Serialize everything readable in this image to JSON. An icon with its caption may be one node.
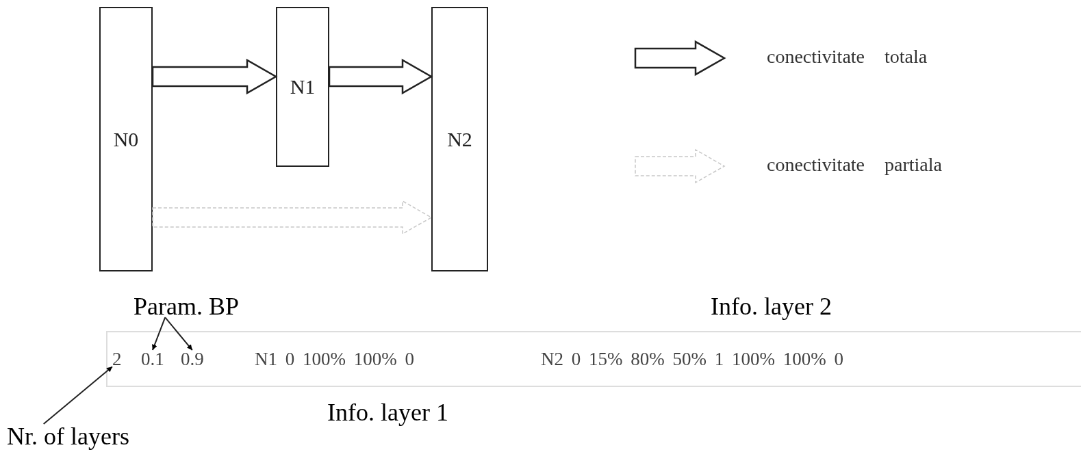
{
  "diagram": {
    "nodes": [
      {
        "text": [
          "N0"
        ]
      },
      {
        "text": [
          "N1"
        ]
      },
      {
        "text": [
          "N2"
        ]
      },
      {
        "text": [],
        "shape": "box"
      },
      {
        "text": [
          "2"
        ],
        "in": 3
      },
      {
        "text": [
          "0.1"
        ],
        "in": 3
      },
      {
        "text": [
          "0.9"
        ],
        "in": 3
      },
      {
        "text": [
          "N1 0 100% 100% 0"
        ],
        "in": 3
      },
      {
        "text": [
          "N2 0 15% 80% 50% 1 100% 100% 0"
        ],
        "in": 3
      },
      {
        "text": [
          "Param. BP"
        ]
      },
      {
        "text": [
          "Nr. of layers"
        ]
      }
    ],
    "edges": [
      {
        "from": 0,
        "to": 1,
        "arrow": "to",
        "style": "thick"
      },
      {
        "from": 1,
        "to": 2,
        "arrow": "to",
        "style": "thick"
      },
      {
        "from": 0,
        "to": 2,
        "arrow": "to",
        "style": "dashed",
        "color": "#c8c8c8"
      },
      {
        "from": 9,
        "to": 5,
        "arrow": "to"
      },
      {
        "from": 9,
        "to": 6,
        "arrow": "to"
      },
      {
        "from": 10,
        "to": 4,
        "arrow": "to"
      }
    ],
    "labels": [
      "Info. layer 2",
      "Info. layer 1"
    ],
    "legend": [
      {
        "text": "conectivitate totala"
      },
      {
        "text": "conectivitate partiala"
      }
    ]
  }
}
